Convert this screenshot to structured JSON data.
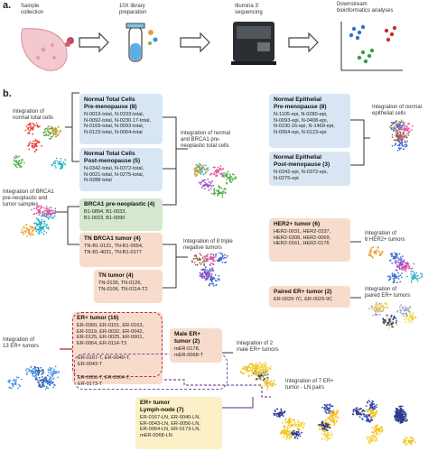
{
  "panel_a": {
    "letter": "a.",
    "steps": [
      {
        "label": "Sample\ncollection",
        "icon": "breast-tissue-icon"
      },
      {
        "label": "10X library\npreparation",
        "icon": "test-tube-icon"
      },
      {
        "label": "Illumina 3'\nsequencing",
        "icon": "sequencer-icon"
      },
      {
        "label": "Downstream\nbioinformatics analyses",
        "icon": "scatter-plot-icon"
      }
    ]
  },
  "panel_b": {
    "letter": "b.",
    "labels": {
      "integration_normal_total": "Integration of\nnormal total cells",
      "integration_normal_brca1": "Integration of normal\nand BRCA1 pre-\nneoplastic total cells",
      "integration_brca1_tumor": "Integration of BRCA1\npre-neoplastic and\ntumor samples",
      "integration_tnbc": "Integration of 8 triple\nnegative tumors",
      "integration_normal_epi": "Integration of normal\nepithelial cells",
      "integration_her2": "Integration of\n6 HER2+ tumors",
      "integration_paired_er": "Integration of\npaired ER+ tumors",
      "integration_13_er": "Integration of\n13 ER+ tumors",
      "integration_male_er": "Integration of 2\nmale ER+ tumors",
      "integration_ln": "Integration of 7 ER+\ntumor - LN pairs"
    },
    "boxes": {
      "normal_pre": {
        "title": "Normal Total Cells\nPre-menopause (8)",
        "ids": "N-0019-total, N-0233-total,\nN-0092-total, N-0230.17-total,\nN-0169-total, N-0093-total,\nN-0123-total, N-0064-total"
      },
      "normal_post": {
        "title": "Normal Total Cells\nPost-menopause (5)",
        "ids": "N-0342-total, N-0372-total,\nN-0021-total, N-0275-total,\nN-0288-total"
      },
      "brca1_pre": {
        "title": "BRCA1 pre-neoplastic (4)",
        "ids": "B1-0894, B1-0033,\nB1-0023, B1-0090"
      },
      "tn_brca1": {
        "title": "TN BRCA1 tumor (4)",
        "ids": "TN-B1-0131, TN-B1-0554,\nTN-B1-4031, TN-B1-0177"
      },
      "tn_tumor": {
        "title": "TN tumor (4)",
        "ids": "TN-0135, TN-0126,\nTN-0106, TN-0114-T2"
      },
      "epi_pre": {
        "title": "Normal Epithelial\nPre-menopause (8)",
        "ids": "N-1105-epi, N-0280-epi,\nN-0093-epi, N-0408-epi,\nN-0230.16-epi, N-1469-epi,\nN-0064-epi, N-0123-epi"
      },
      "epi_post": {
        "title": "Normal Epithelial\nPost-menopause (3)",
        "ids": "N-0342-epi, N-0372-epi,\nN-0275-epi"
      },
      "her2": {
        "title": "HER2+ tumor (6)",
        "ids": "HER2-0031, HER2-0337,\nHER2-0308, HER2-0069,\nHER2-0161, HER2-0176"
      },
      "paired_er": {
        "title": "Paired ER+ tumor (2)",
        "ids": "ER-0029-7C, ER-0029-9C"
      },
      "er_tumor": {
        "title": "ER+ tumor (16)",
        "ids": "ER-0360, ER-0151, ER-0163,\nER-0319, ER-0032, ER-0042,\nER-0125, ER-0025, ER-0001,\nER-0064, ER-0114-T3"
      },
      "er_paired_ids": {
        "ids": "ER-0167-T, ER-0040-T,\nER-0043-T"
      },
      "er_ln_ids": {
        "ids": "ER-0056-T, ER-0064-T,\nER-0173-T"
      },
      "male_er": {
        "title": "Male ER+\ntumor (2)",
        "ids": "mER-0178,\nmER-0068-T"
      },
      "er_ln": {
        "title": "ER+ tumor\nLymph-node (7)",
        "ids": "ER-0167-LN, ER-0040-LN,\nER-0043-LN, ER-0056-LN,\nER-0064-LN, ER-0173-LN,\nmER-0068-LN"
      }
    }
  },
  "colors": {
    "blue_box": "#d8e6f3",
    "green_box": "#d5e8cf",
    "peach_box": "#f7dccb",
    "yellow_box": "#fbf0c6",
    "red_dash": "#b5332e",
    "purple_dash": "#7a4fa0"
  }
}
